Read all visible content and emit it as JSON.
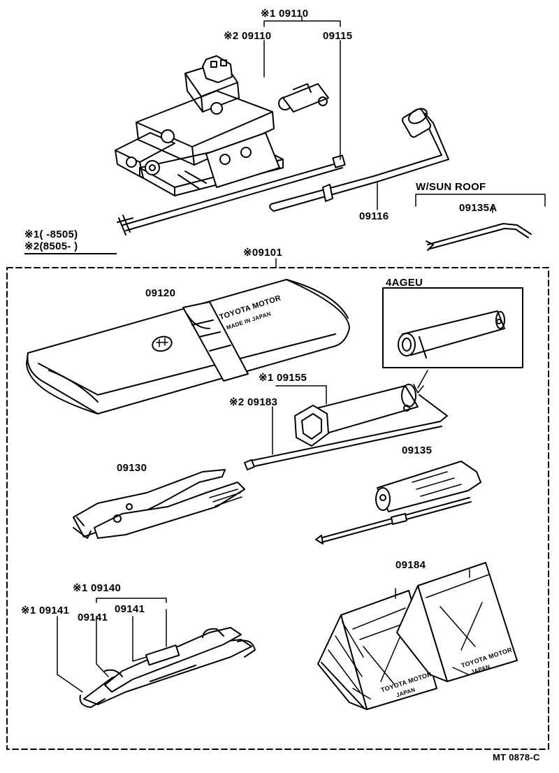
{
  "labels": {
    "p09110_1": "※1 09110",
    "p09110_2": "※2 09110",
    "p09115": "09115",
    "p09116": "09116",
    "wsunroof": "W/SUN  ROOF",
    "p09135A": "09135A",
    "note1": "※1(    -8505)",
    "note2": "※2(8505-     )",
    "p09101": "※09101",
    "p09120": "09120",
    "engine4ageu": "4AGEU",
    "p09155": "※1 09155",
    "p09183": "※2 09183",
    "p09130": "09130",
    "p09135": "09135",
    "p09140": "※1 09140",
    "p09141a": "※1 09141",
    "p09141b": "09141",
    "p09141c": "09141",
    "p09184": "09184",
    "diagram_code": "MT  0878-C"
  },
  "pouch_print": {
    "line1": "TOYOTA MOTOR",
    "line2": "MADE IN JAPAN"
  },
  "chock_print": {
    "brand": "TOYOTA MOTOR",
    "country": "JAPAN"
  },
  "colors": {
    "ink": "#000000",
    "paper": "#ffffff"
  }
}
